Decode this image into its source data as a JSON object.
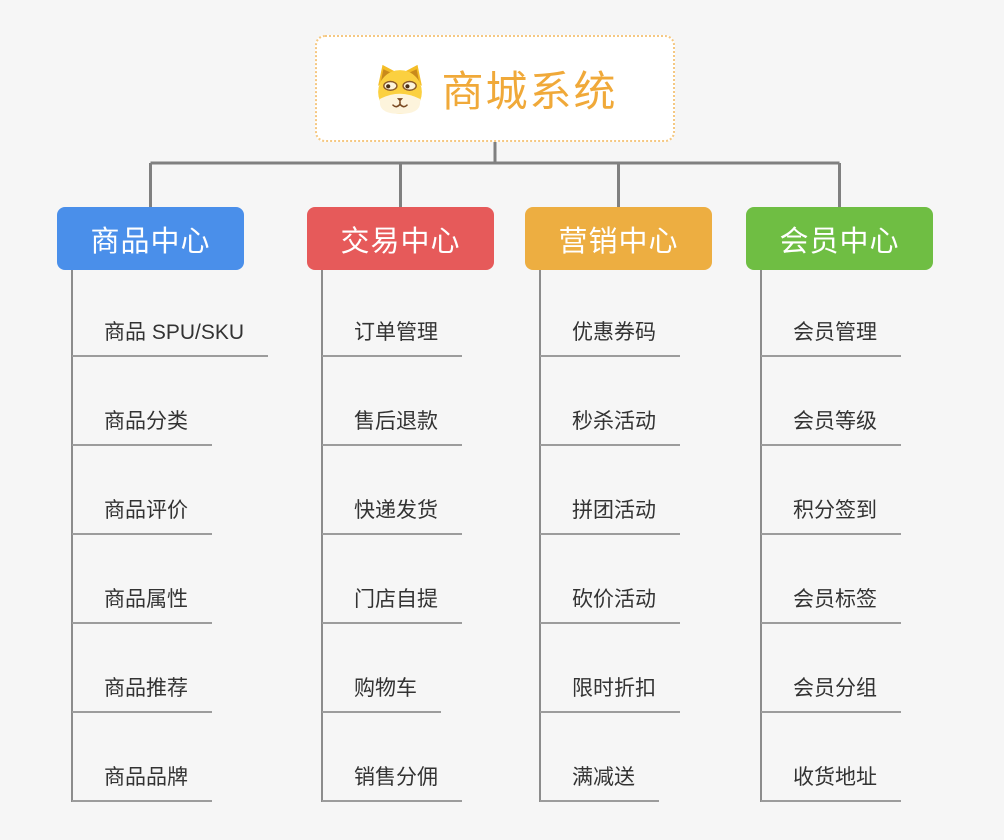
{
  "app": {
    "type": "mindmap",
    "background": "#F6F6F6"
  },
  "root": {
    "title": "商城系统",
    "icon": "dog-face-icon",
    "text_color": "#F0A939",
    "border_color": "#F5C882",
    "background": "#FFFFFF"
  },
  "palette": {
    "connector": "#808080",
    "trunk": "#8C8C8C",
    "underline": "#9C9C9C",
    "leaf_text": "#333333"
  },
  "branches": [
    {
      "label": "商品中心",
      "color": "#4A8FEA",
      "items": [
        "商品 SPU/SKU",
        "商品分类",
        "商品评价",
        "商品属性",
        "商品推荐",
        "商品品牌"
      ]
    },
    {
      "label": "交易中心",
      "color": "#E65A5A",
      "items": [
        "订单管理",
        "售后退款",
        "快递发货",
        "门店自提",
        "购物车",
        "销售分佣"
      ]
    },
    {
      "label": "营销中心",
      "color": "#EDAE41",
      "items": [
        "优惠券码",
        "秒杀活动",
        "拼团活动",
        "砍价活动",
        "限时折扣",
        "满减送"
      ]
    },
    {
      "label": "会员中心",
      "color": "#6FBE43",
      "items": [
        "会员管理",
        "会员等级",
        "积分签到",
        "会员标签",
        "会员分组",
        "收货地址"
      ]
    }
  ]
}
